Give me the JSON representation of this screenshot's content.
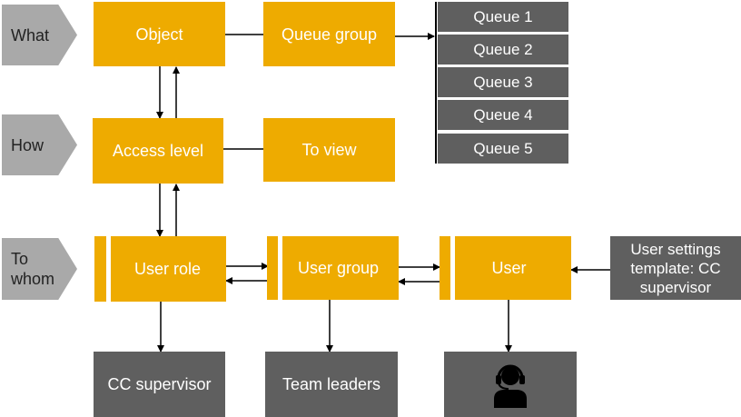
{
  "row_labels": {
    "what": "What",
    "how": "How",
    "to_whom": "To\nwhom"
  },
  "nodes": {
    "object": "Object",
    "queue_group": "Queue group",
    "access_level": "Access level",
    "to_view": "To view",
    "user_role": "User role",
    "user_group": "User group",
    "user": "User",
    "user_settings_template": "User settings template: CC supervisor",
    "cc_supervisor": "CC supervisor",
    "team_leaders": "Team leaders"
  },
  "queues": [
    "Queue 1",
    "Queue 2",
    "Queue 3",
    "Queue 4",
    "Queue 5"
  ],
  "icons": {
    "agent": "headset-person-icon"
  },
  "colors": {
    "node_fill": "#EEAB00",
    "dark_fill": "#5F5F5F",
    "chevron_fill": "#A9A9A9"
  }
}
